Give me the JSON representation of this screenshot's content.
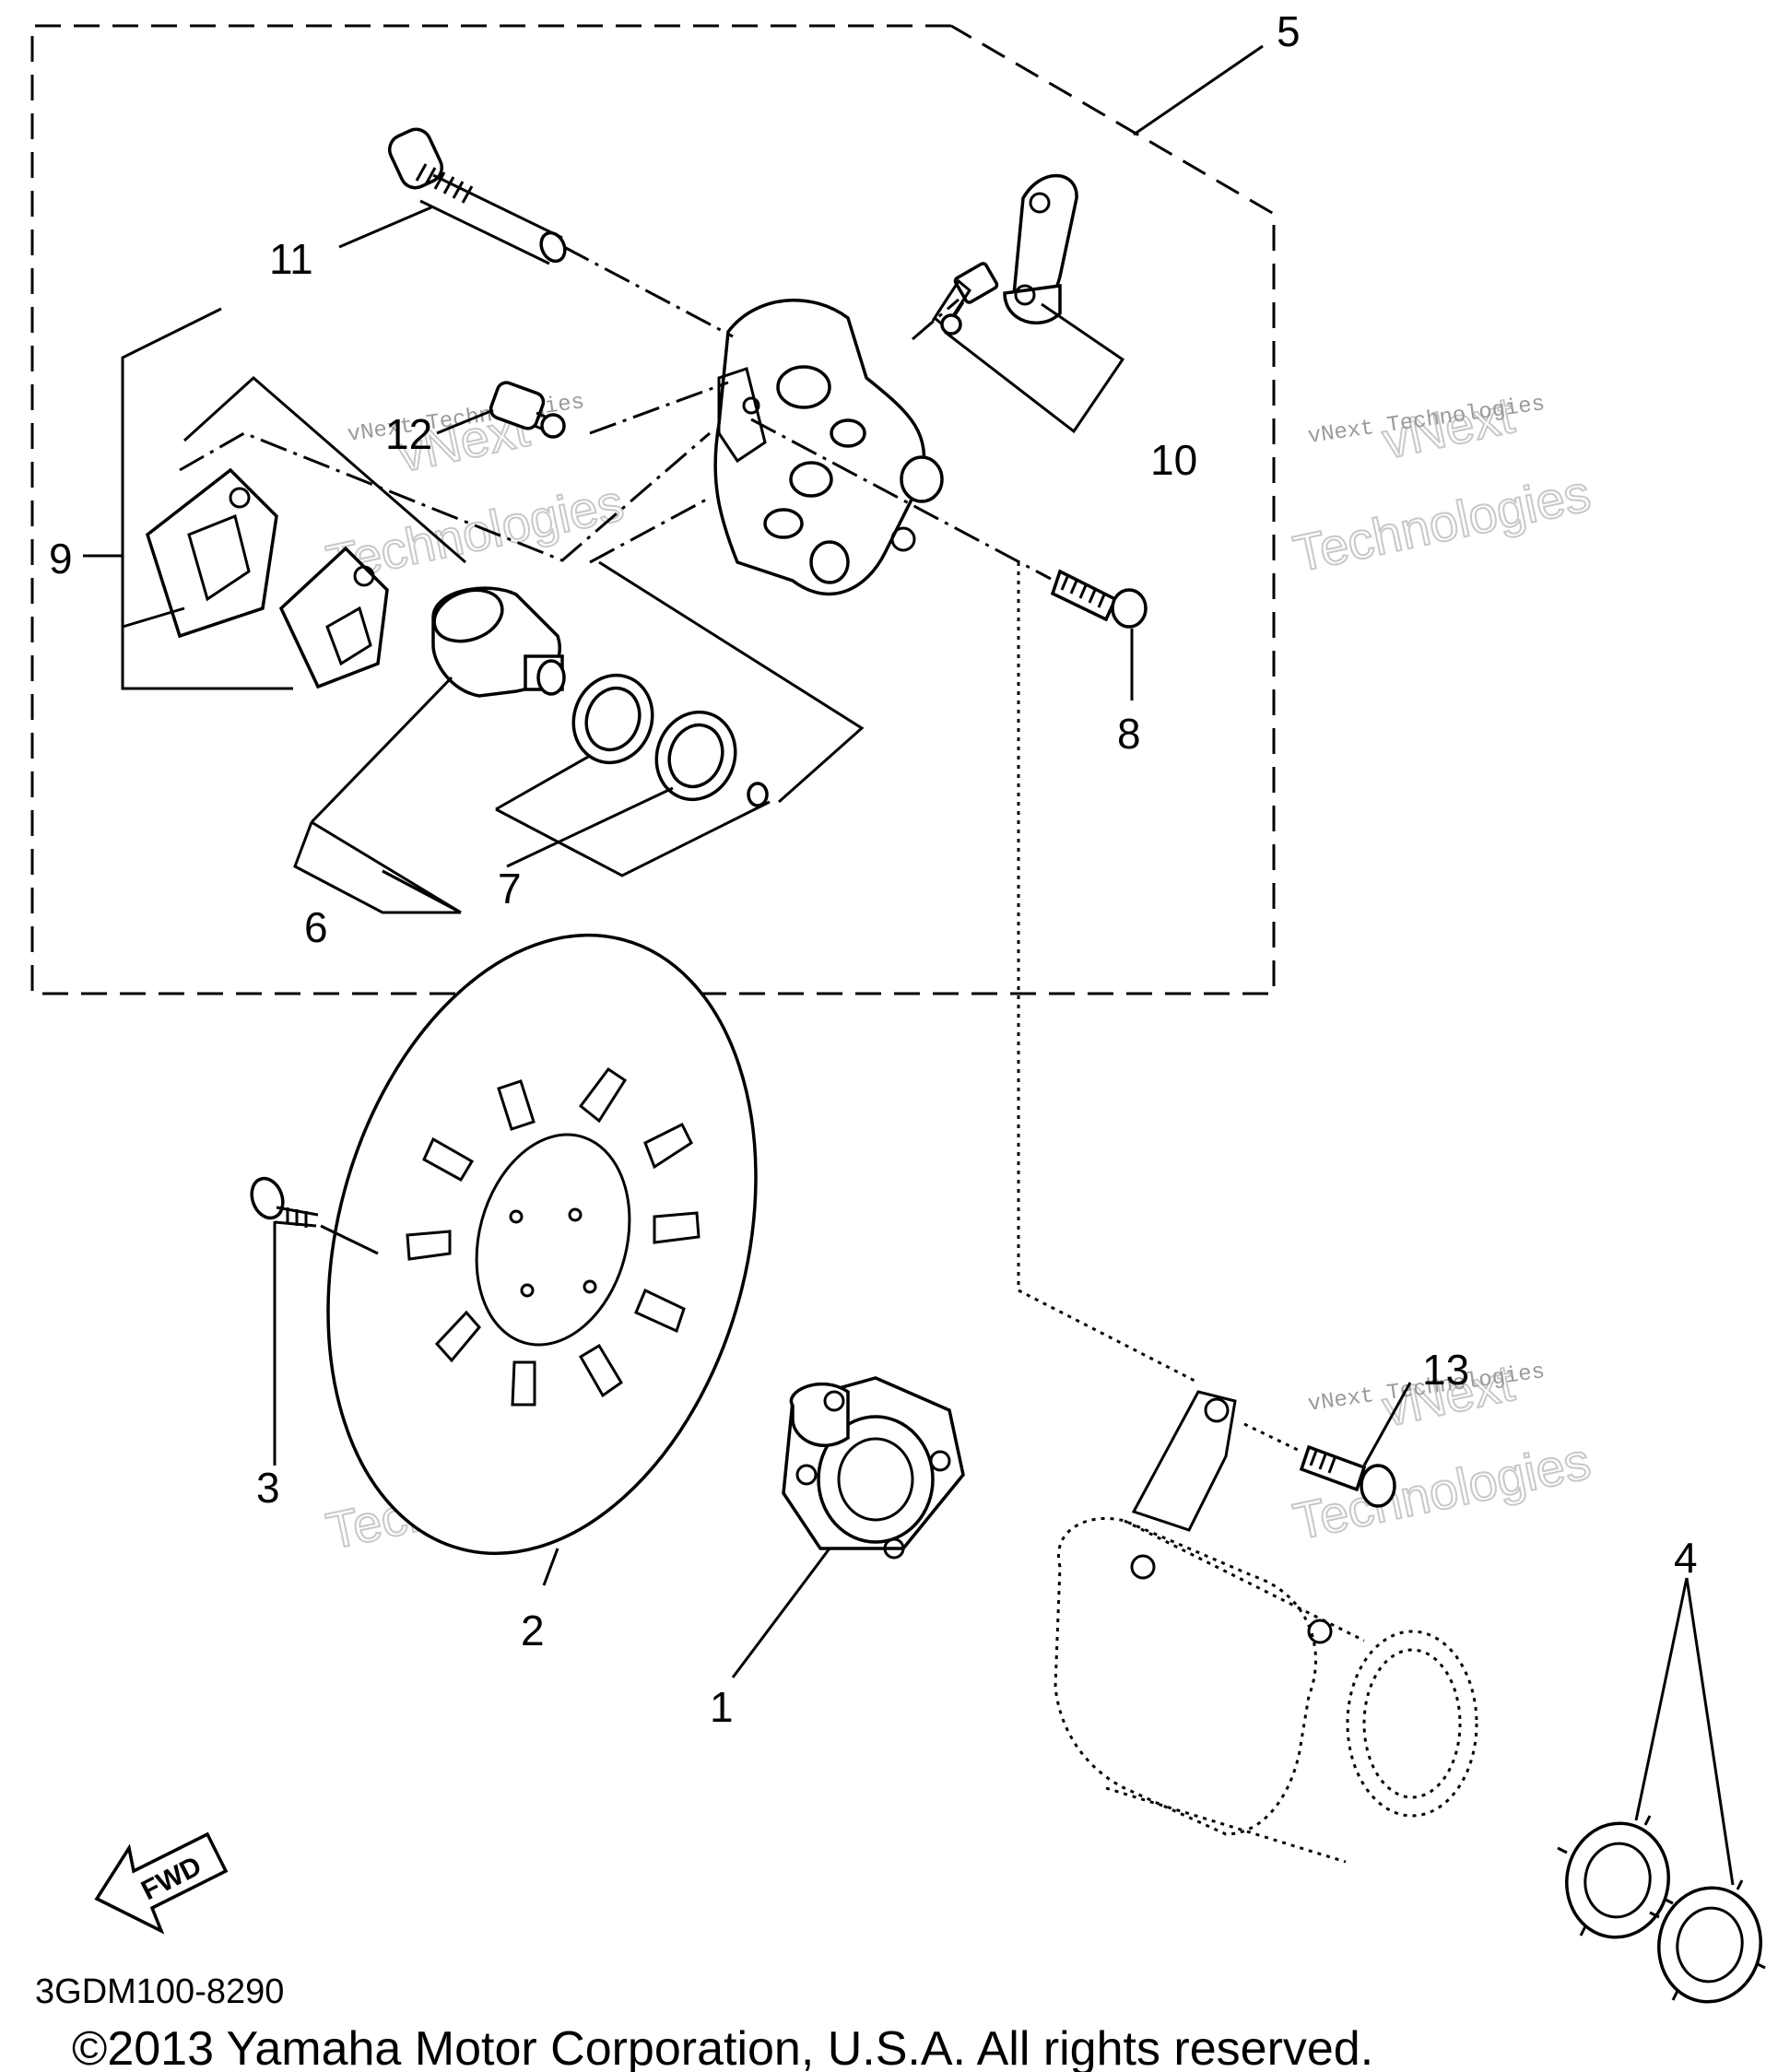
{
  "callouts": {
    "c1": "1",
    "c2": "2",
    "c3": "3",
    "c4": "4",
    "c5": "5",
    "c6": "6",
    "c7": "7",
    "c8": "8",
    "c9": "9",
    "c10": "10",
    "c11": "11",
    "c12": "12",
    "c13": "13"
  },
  "fwd_label": "FWD",
  "diagram_code": "3GDM100-8290",
  "copyright": "©2013 Yamaha Motor Corporation, U.S.A. All rights reserved.",
  "watermark": {
    "small": "vNext Technologies",
    "big": "Technologies",
    "top": "vNext"
  }
}
